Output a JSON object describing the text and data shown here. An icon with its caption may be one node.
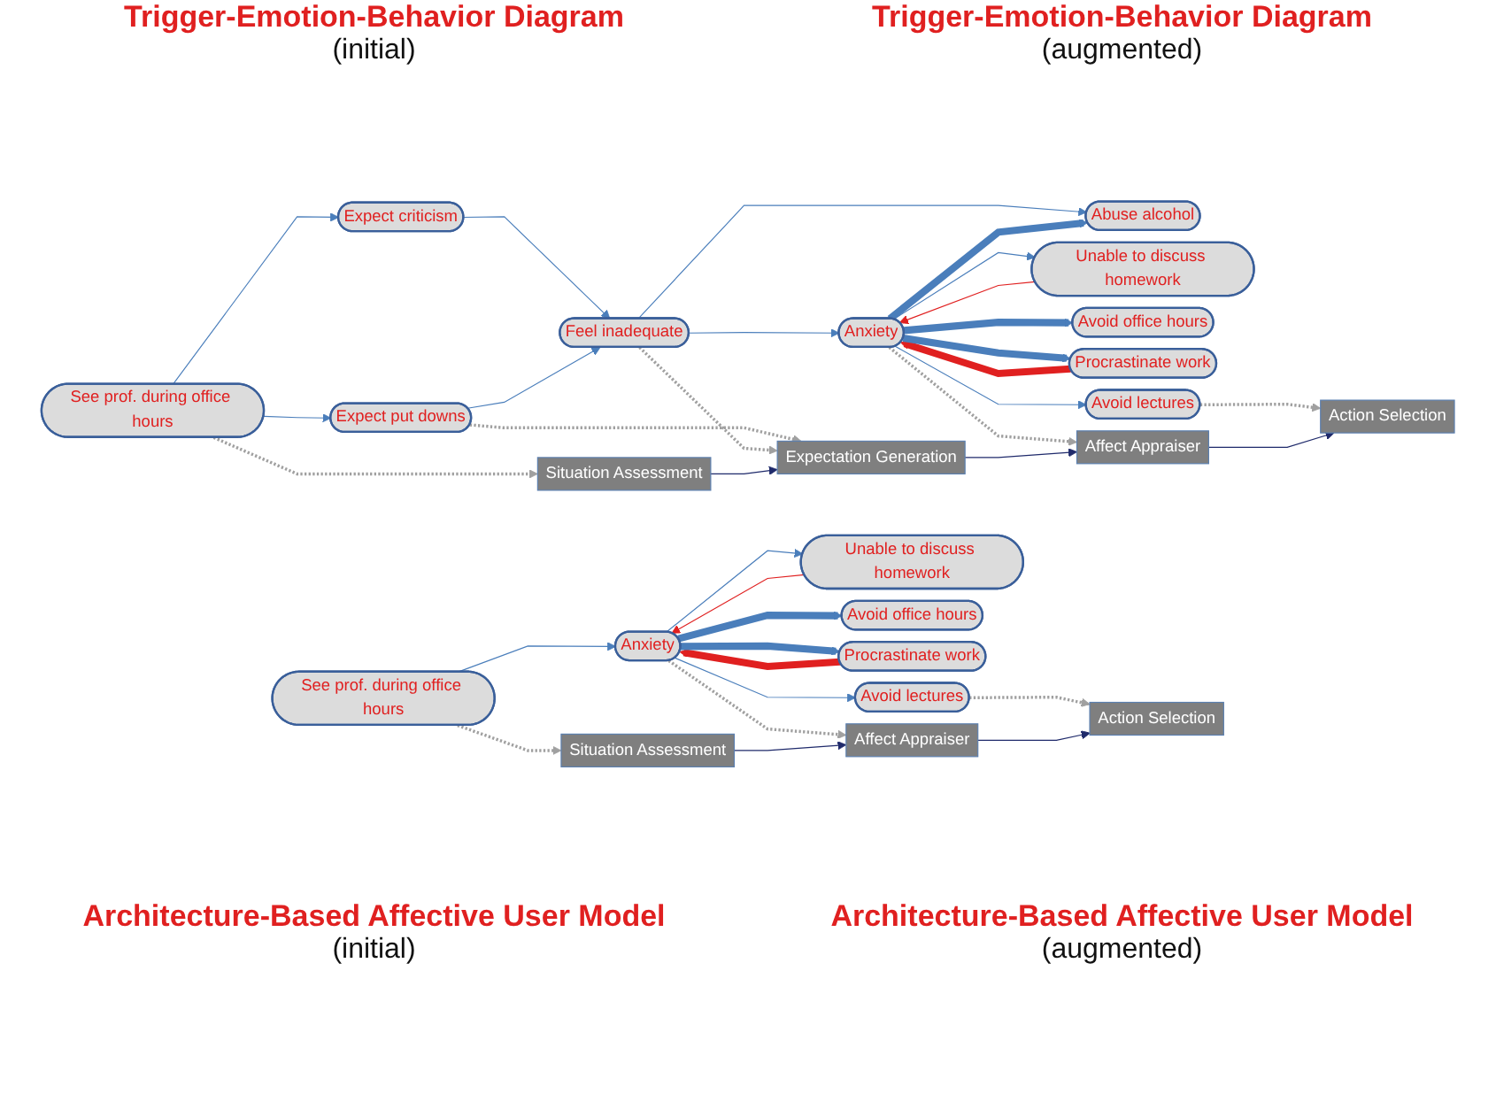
{
  "diagram": {
    "nodes": [
      {
        "text": [
          "See prof. during office hours"
        ]
      },
      {
        "text": [
          "Anxiety"
        ]
      },
      {
        "text": [
          "Unable to discuss homework"
        ]
      },
      {
        "text": [
          "Avoid office hours"
        ]
      },
      {
        "text": [
          "Procrastinate work"
        ]
      },
      {
        "text": [
          "Avoid lectures"
        ]
      },
      {
        "text": [
          "See prof. during office hours"
        ]
      },
      {
        "text": [
          "Expect criticism"
        ]
      },
      {
        "text": [
          "Expect put downs"
        ]
      },
      {
        "text": [
          "Feel inadequate"
        ]
      },
      {
        "text": [
          "Anxiety"
        ]
      },
      {
        "text": [
          "Abuse alcohol"
        ]
      },
      {
        "text": [
          "Unable to discuss homework"
        ]
      },
      {
        "text": [
          "Avoid office hours"
        ]
      },
      {
        "text": [
          "Procrastinate work"
        ]
      },
      {
        "text": [
          "Avoid lectures"
        ]
      },
      {
        "text": [
          "Situation Assessment"
        ]
      },
      {
        "text": [
          "Affect Appraiser"
        ]
      },
      {
        "text": [
          "Action Selection"
        ]
      },
      {
        "text": [
          "Situation Assessment"
        ]
      },
      {
        "text": [
          "Expectation Generation"
        ]
      },
      {
        "text": [
          "Affect Appraiser"
        ]
      },
      {
        "text": [
          "Action Selection"
        ]
      }
    ],
    "edges": [
      {
        "from": 0,
        "to": 1,
        "arrow": "to"
      },
      {
        "from": 1,
        "to": 2,
        "arrow": "to"
      },
      {
        "from": 2,
        "to": 1,
        "arrow": "to",
        "color": "#e02020"
      },
      {
        "from": 1,
        "to": 3,
        "arrow": "to",
        "style": "thick"
      },
      {
        "from": 4,
        "to": 1,
        "arrow": "to",
        "style": "thick",
        "color": "#e02020"
      },
      {
        "from": 1,
        "to": 4,
        "arrow": "to",
        "style": "thick"
      },
      {
        "from": 1,
        "to": 5,
        "arrow": "to"
      },
      {
        "from": 0,
        "to": 16,
        "arrow": "to",
        "style": "dashed",
        "color": "#a0a0a0"
      },
      {
        "from": 1,
        "to": 17,
        "arrow": "to",
        "style": "dashed",
        "color": "#a0a0a0"
      },
      {
        "from": 5,
        "to": 18,
        "arrow": "to",
        "style": "dashed",
        "color": "#a0a0a0"
      },
      {
        "from": 16,
        "to": 17,
        "arrow": "to",
        "color": "#1f2a6b"
      },
      {
        "from": 17,
        "to": 18,
        "arrow": "to",
        "color": "#1f2a6b"
      },
      {
        "from": 6,
        "to": 7,
        "arrow": "to"
      },
      {
        "from": 6,
        "to": 8,
        "arrow": "to"
      },
      {
        "from": 7,
        "to": 9,
        "arrow": "to"
      },
      {
        "from": 8,
        "to": 9,
        "arrow": "to"
      },
      {
        "from": 9,
        "to": 10,
        "arrow": "to"
      },
      {
        "from": 9,
        "to": 11,
        "arrow": "to"
      },
      {
        "from": 10,
        "to": 11,
        "arrow": "to",
        "style": "thick"
      },
      {
        "from": 10,
        "to": 12,
        "arrow": "to"
      },
      {
        "from": 12,
        "to": 10,
        "arrow": "to",
        "color": "#e02020"
      },
      {
        "from": 10,
        "to": 13,
        "arrow": "to",
        "style": "thick"
      },
      {
        "from": 14,
        "to": 10,
        "arrow": "to",
        "style": "thick",
        "color": "#e02020"
      },
      {
        "from": 10,
        "to": 14,
        "arrow": "to",
        "style": "thick"
      },
      {
        "from": 10,
        "to": 15,
        "arrow": "to"
      },
      {
        "from": 6,
        "to": 19,
        "arrow": "to",
        "style": "dashed",
        "color": "#a0a0a0"
      },
      {
        "from": 8,
        "to": 20,
        "arrow": "to",
        "style": "dashed",
        "color": "#a0a0a0"
      },
      {
        "from": 9,
        "to": 20,
        "arrow": "to",
        "style": "dashed",
        "color": "#a0a0a0"
      },
      {
        "from": 10,
        "to": 21,
        "arrow": "to",
        "style": "dashed",
        "color": "#a0a0a0"
      },
      {
        "from": 15,
        "to": 22,
        "arrow": "to",
        "style": "dashed",
        "color": "#a0a0a0"
      },
      {
        "from": 19,
        "to": 20,
        "arrow": "to",
        "color": "#1f2a6b"
      },
      {
        "from": 20,
        "to": 21,
        "arrow": "to",
        "color": "#1f2a6b"
      },
      {
        "from": 21,
        "to": 22,
        "arrow": "to",
        "color": "#1f2a6b"
      }
    ],
    "labels": [
      "Trigger-Emotion-Behavior Diagram",
      "(initial)",
      "Trigger-Emotion-Behavior Diagram",
      "(augmented)",
      "Architecture-Based Affective User Model",
      "(initial)",
      "Architecture-Based Affective User Model",
      "(augmented)"
    ]
  }
}
